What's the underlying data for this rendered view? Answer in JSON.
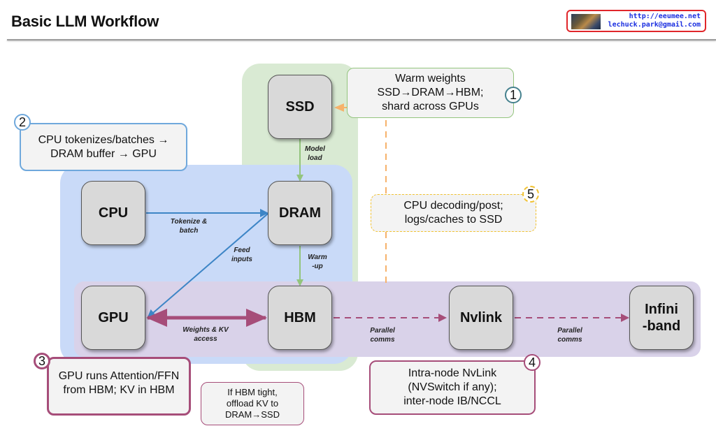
{
  "header": {
    "title": "Basic LLM Workflow",
    "brand": {
      "url": "http://eeumee.net",
      "email": "lechuck.park@gmail.com"
    }
  },
  "colors": {
    "storage_region": "#d9ead3",
    "host_region": "#c9daf8",
    "interconnect_region": "#d9d2e9",
    "node_fill": "#d9d9d9",
    "green_edge": "#93c47d",
    "blue_edge": "#3d85c6",
    "purple_edge": "#a64d79",
    "orange_edge": "#f6b26b"
  },
  "nodes": {
    "ssd": "SSD",
    "dram": "DRAM",
    "cpu": "CPU",
    "gpu": "GPU",
    "hbm": "HBM",
    "nvlink": "Nvlink",
    "infiniband_line1": "Infini",
    "infiniband_line2": "-band"
  },
  "edges": {
    "ssd_dram": {
      "line1": "Model",
      "line2": "load"
    },
    "cpu_dram": {
      "line1": "Tokenize &",
      "line2": "batch"
    },
    "dram_gpu": {
      "line1": "Feed",
      "line2": "inputs"
    },
    "dram_hbm": {
      "line1": "Warm",
      "line2": "-up"
    },
    "gpu_hbm": {
      "line1": "Weights & KV",
      "line2": "access"
    },
    "hbm_nvlink": {
      "line1": "Parallel",
      "line2": "comms"
    },
    "nvlink_ib": {
      "line1": "Parallel",
      "line2": "comms"
    }
  },
  "callouts": {
    "step1": {
      "number": "1",
      "line1": "Warm weights",
      "line2": "SSD→DRAM→HBM;",
      "line3": "shard across GPUs"
    },
    "step2": {
      "number": "2",
      "line1": "CPU tokenizes/batches →",
      "line2": "DRAM buffer → GPU"
    },
    "step3": {
      "number": "3",
      "line1": "GPU runs Attention/FFN",
      "line2": "from HBM; KV in HBM"
    },
    "step3_note": {
      "line1": "If HBM tight,",
      "line2": "offload KV to",
      "line3": "DRAM→SSD"
    },
    "step4": {
      "number": "4",
      "line1": "Intra-node NvLink",
      "line2": "(NVSwitch if any);",
      "line3": "inter-node IB/NCCL"
    },
    "step5": {
      "number": "5",
      "line1": "CPU decoding/post;",
      "line2": "logs/caches to SSD"
    }
  }
}
